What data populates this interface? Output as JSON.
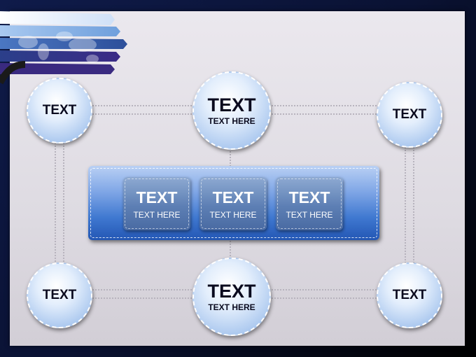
{
  "diagram": {
    "center_panel": {
      "boxes": [
        {
          "title": "TEXT",
          "subtitle": "TEXT HERE"
        },
        {
          "title": "TEXT",
          "subtitle": "TEXT HERE"
        },
        {
          "title": "TEXT",
          "subtitle": "TEXT HERE"
        }
      ]
    },
    "nodes": {
      "top_left": {
        "title": "TEXT"
      },
      "top_center": {
        "title": "TEXT",
        "subtitle": "TEXT HERE"
      },
      "top_right": {
        "title": "TEXT"
      },
      "bottom_left": {
        "title": "TEXT"
      },
      "bottom_center": {
        "title": "TEXT",
        "subtitle": "TEXT HERE"
      },
      "bottom_right": {
        "title": "TEXT"
      }
    }
  },
  "colors": {
    "background": "#0a1233",
    "slide": "#e6e3e9",
    "panel_blue": "#3f78d0",
    "circle_blue": "#a8c6ee"
  }
}
